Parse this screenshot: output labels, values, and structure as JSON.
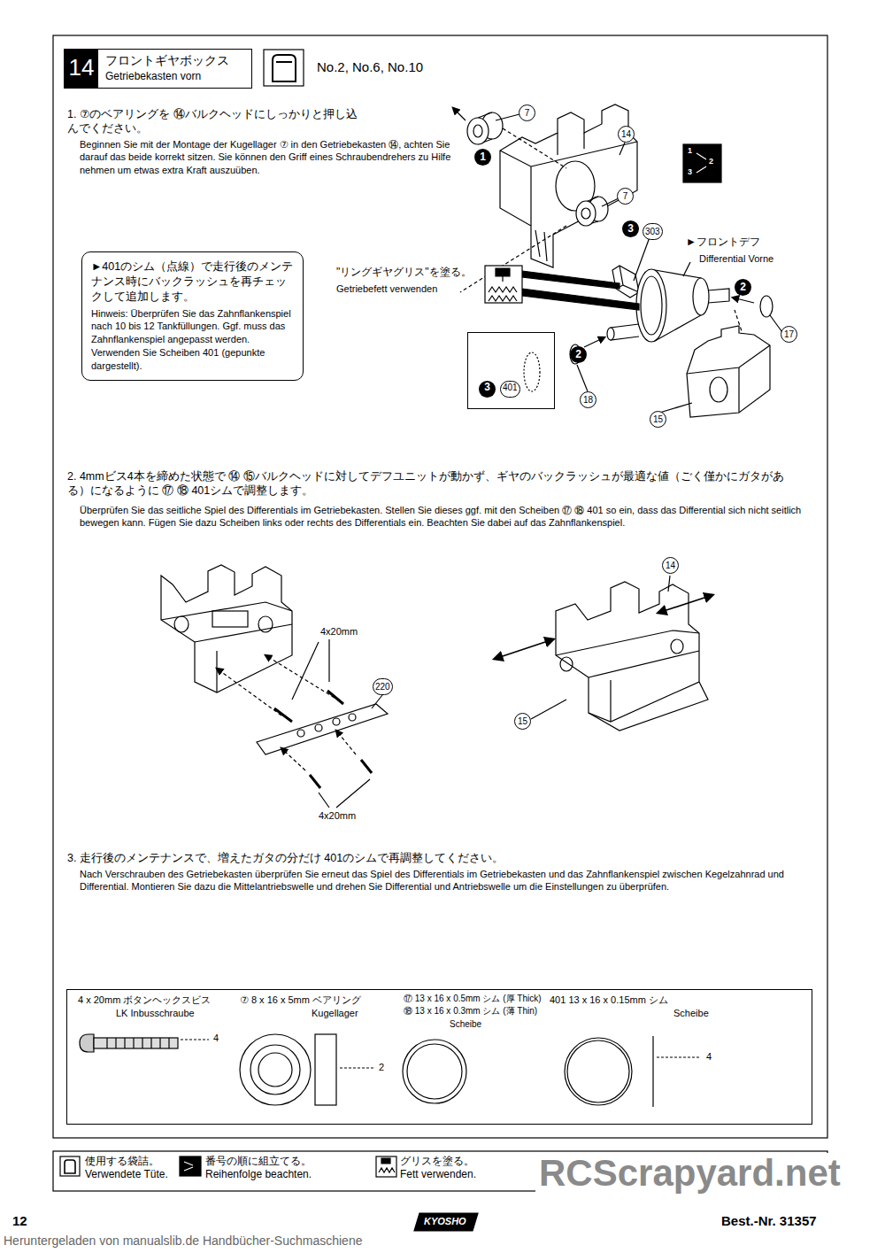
{
  "diagram": {
    "nodes": [
      {
        "text": [
          "14",
          "フロントギヤボックス",
          "Getriebekasten vorn"
        ]
      },
      {
        "text": [
          "►401のシム（点線）で走行後のメンテナンス時にバックラッシュを再チェックして追加します。",
          "Hinweis: Überprüfen Sie das Zahnflankenspiel nach 10 bis 12 Tankfüllungen. Ggf. muss das Zahnflankenspiel angepasst werden. Verwenden Sie Scheiben 401 (gepunkte dargestellt)."
        ]
      },
      {
        "text": [
          "3",
          "401"
        ]
      },
      {
        "text": [
          "4 x 20mm ボタンヘックスビス",
          "LK Inbusschraube",
          "4",
          "⑦ 8 x 16 x 5mm ベアリング",
          "Kugellager",
          "2",
          "⑰ 13 x 16 x 0.5mm シム (厚 Thick)",
          "⑱ 13 x 16 x 0.3mm シム (薄 Thin)",
          "Scheibe",
          "401 13 x 16 x 0.15mm シム",
          "Scheibe",
          "4"
        ]
      }
    ],
    "labels": [
      "No.2, No.6, No.10",
      "1. ⑦のベアリングを ⑭バルクヘッドにしっかりと押し込んでください。",
      "Beginnen Sie mit der Montage der Kugellager ⑦ in den Getriebekasten ⑭, achten Sie darauf das beide korrekt sitzen. Sie können den Griff eines Schraubendrehers zu Hilfe nehmen um etwas extra Kraft auszuüben.",
      "7",
      "14",
      "1",
      "7",
      "3",
      "303",
      "►フロントデフ",
      "Differential Vorne",
      "\"リングギヤグリス\"を塗る。",
      "Getriebefett verwenden",
      "2",
      "17",
      "2",
      "18",
      "15",
      "1",
      "2",
      "3",
      "2. 4mmビス4本を締めた状態で ⑭ ⑮バルクヘッドに対してデフユニットが動かず、ギヤのバックラッシュが最適な値（ごく僅かにガタがある）になるように ⑰ ⑱ 401シムで調整します。",
      "Überprüfen Sie das seitliche Spiel des Differentials im Getriebekasten. Stellen Sie dieses ggf. mit den Scheiben ⑰ ⑱ 401 so ein, dass das Differential sich nicht seitlich bewegen kann. Fügen Sie dazu Scheiben links oder rechts des Differentials ein. Beachten Sie dabei auf das Zahnflankenspiel.",
      "4x20mm",
      "220",
      "4x20mm",
      "14",
      "15",
      "3. 走行後のメンテナンスで、増えたガタの分だけ 401のシムで再調整してください。",
      "Nach Verschrauben des Getriebekasten überprüfen Sie erneut das Spiel des Differentials im Getriebekasten und das Zahnflankenspiel zwischen Kegelzahnrad und Differential. Montieren Sie dazu die Mittelantriebswelle und drehen Sie Differential und Antriebswelle um die Einstellungen zu überprüfen.",
      "12",
      "KYOSHO",
      "Best.-Nr. 31357",
      "Heruntergeladen von manualslib.de Handbücher-Suchmaschiene",
      "RCScrapyard.net"
    ],
    "legend": [
      {
        "text": "使用する袋詰。 Verwendete Tüte."
      },
      {
        "text": "番号の順に組立てる。 Reihenfolge beachten."
      },
      {
        "text": "グリスを塗る。 Fett verwenden."
      }
    ]
  }
}
